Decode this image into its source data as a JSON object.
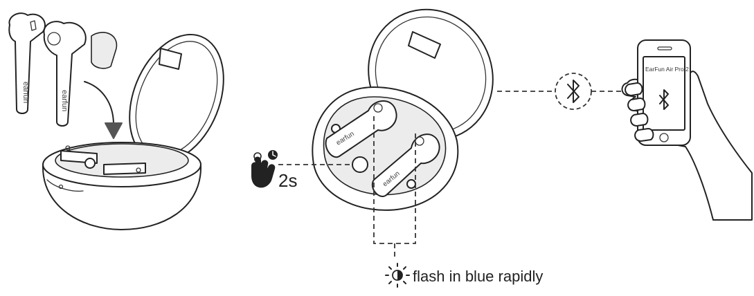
{
  "hold_duration": "2s",
  "phone_device_name": "EarFun Air Pro 2",
  "bud_brand_text": "earfun",
  "led_instruction": "flash in blue rapidly",
  "icons": [
    "earbud-case-icon",
    "press-hold-icon",
    "timer-icon",
    "bluetooth-icon",
    "led-light-icon",
    "smartphone-icon",
    "hand-icon"
  ],
  "colors": {
    "line": "#222222",
    "fill_gray": "#ececec",
    "background": "#ffffff"
  }
}
